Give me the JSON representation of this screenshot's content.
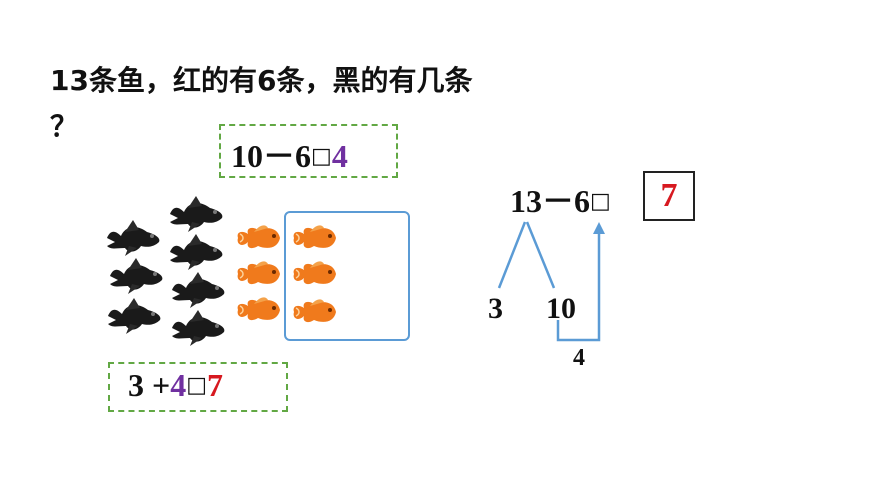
{
  "question": {
    "line1": "13条鱼，红的有6条，黑的有几条",
    "line2": "？"
  },
  "equation_top": {
    "a": "10",
    "op": "－",
    "b": "6",
    "box": "□",
    "result": "4"
  },
  "equation_bottom": {
    "a": "3",
    "op": "+",
    "b": "4",
    "box": "□",
    "result": "7"
  },
  "equation_right": {
    "a": "13",
    "op": "－",
    "b": "6",
    "box": "□",
    "answer": "7"
  },
  "decomposition": {
    "left": "3",
    "right": "10",
    "remainder": "4"
  },
  "colors": {
    "purple": "#7030a0",
    "red": "#d71920",
    "green_dash": "#62a844",
    "blue": "#5b9bd5",
    "goldfish": "#f07a1c",
    "black_fish": "#1a1a1a"
  },
  "fish": {
    "black_count": 7,
    "red_count": 6
  }
}
